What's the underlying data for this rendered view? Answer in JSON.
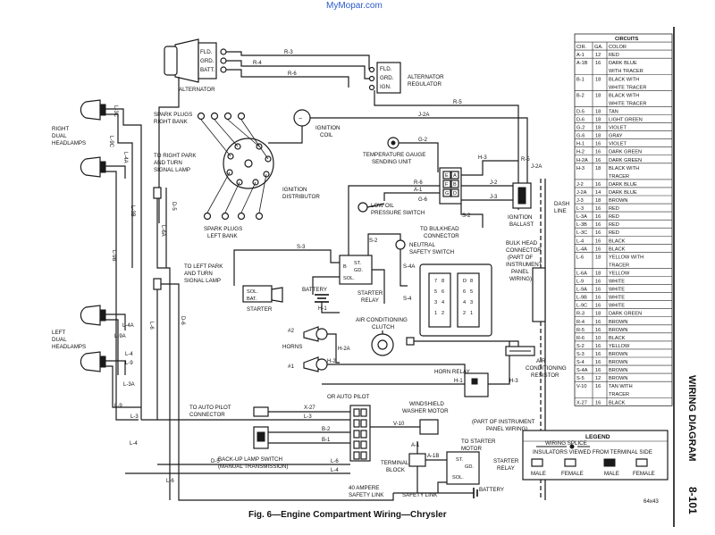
{
  "watermark": "MyMopar.com",
  "caption": "Fig. 6—Engine Compartment Wiring—Chrysler",
  "section_title": "WIRING DIAGRAM",
  "page_number": "8-101",
  "figure_code": "64x43",
  "labels": {
    "alternator": "ALTERNATOR",
    "alt_fld": "FLD.",
    "alt_grd": "GRD.",
    "alt_batt": "BATT.",
    "alternator_regulator_1": "ALTERNATOR",
    "alternator_regulator_2": "REGULATOR",
    "reg_fld": "FLD.",
    "reg_grd": "GRD.",
    "reg_ign": "IGN.",
    "right_dual_headlamps_1": "RIGHT",
    "right_dual_headlamps_2": "DUAL",
    "right_dual_headlamps_3": "HEADLAMPS",
    "spark_plugs_right_1": "SPARK PLUGS",
    "spark_plugs_right_2": "RIGHT BANK",
    "ignition_coil_1": "IGNITION",
    "ignition_coil_2": "COIL",
    "to_right_park_1": "TO RIGHT PARK",
    "to_right_park_2": "AND TURN",
    "to_right_park_3": "SIGNAL LAMP",
    "ignition_distributor_1": "IGNITION",
    "ignition_distributor_2": "DISTRIBUTOR",
    "spark_plugs_left_1": "SPARK PLUGS",
    "spark_plugs_left_2": "LEFT BANK",
    "temp_gauge_1": "TEMPERATURE GAUGE",
    "temp_gauge_2": "SENDING UNIT",
    "low_oil_1": "LOW OIL",
    "low_oil_2": "PRESSURE SWITCH",
    "to_bulkhead_1": "TO BULKHEAD",
    "to_bulkhead_2": "CONNECTOR",
    "ignition_ballast_1": "IGNITION",
    "ignition_ballast_2": "BALLAST",
    "dash_line_1": "DASH",
    "dash_line_2": "LINE",
    "neutral_switch_1": "NEUTRAL",
    "neutral_switch_2": "SAFETY SWITCH",
    "to_left_park_1": "TO LEFT PARK",
    "to_left_park_2": "AND TURN",
    "to_left_park_3": "SIGNAL LAMP",
    "battery": "BATTERY",
    "starter_relay_1": "STARTER",
    "starter_relay_2": "RELAY",
    "starter": "STARTER",
    "sol": "SOL.",
    "bat": "BAT.",
    "gd": "GD.",
    "st": "ST.",
    "b": "B",
    "bulk_head_1": "BULK HEAD",
    "bulk_head_2": "CONNECTOR",
    "bulk_head_3": "(PART OF",
    "bulk_head_4": "INSTRUMENT",
    "bulk_head_5": "PANEL",
    "bulk_head_6": "WIRING)",
    "ac_clutch_1": "AIR CONDITIONING",
    "ac_clutch_2": "CLUTCH",
    "left_dual_headlamps_1": "LEFT",
    "left_dual_headlamps_2": "DUAL",
    "left_dual_headlamps_3": "HEADLAMPS",
    "horn_2": "#2",
    "horn_1": "#1",
    "horns": "HORNS",
    "horn_relay": "HORN RELAY",
    "ac_resistor_1": "AIR",
    "ac_resistor_2": "CONDITIONING",
    "ac_resistor_3": "RESISTOR",
    "or_auto_pilot": "OR AUTO PILOT",
    "to_auto_pilot_1": "TO AUTO PILOT",
    "to_auto_pilot_2": "CONNECTOR",
    "windshield_1": "WINDSHIELD",
    "windshield_2": "WASHER MOTOR",
    "part_instrument_1": "(PART OF INSTRUMENT",
    "part_instrument_2": "PANEL WIRING)",
    "backup_1": "BACK-UP LAMP SWITCH",
    "backup_2": "(MANUAL TRANSMISSION)",
    "terminal_block_1": "TERMINAL",
    "terminal_block_2": "BLOCK",
    "to_starter_motor_1": "TO STARTER",
    "to_starter_motor_2": "MOTOR",
    "starter_relay_b_1": "STARTER",
    "starter_relay_b_2": "RELAY",
    "safety_link_1": "40 AMPERE",
    "safety_link_2": "SAFETY LINK",
    "safety_link_3": "SAFETY LINK",
    "battery_b": "BATTERY"
  },
  "wire_labels": {
    "r3": "R-3",
    "r4": "R-4",
    "r6": "R-6",
    "r6b": "R-6",
    "r5": "R-5",
    "r5b": "R-5",
    "l9": "L-9",
    "l9b": "L-9",
    "l3c": "L-3C",
    "l9c": "L-9C",
    "l4a": "L-4A",
    "l3b": "L-3B",
    "l9b2": "L-9B",
    "l4": "L-4",
    "l4b": "L-4",
    "l6a": "L-6A",
    "l6": "L-6",
    "l6b": "L-6",
    "l3": "L-3",
    "l4a2": "L-4A",
    "l3a": "L-3A",
    "l9a": "L-9A",
    "l3x": "L-3",
    "j2a": "J-2A",
    "j2ab": "J-2A",
    "j2": "J-2",
    "j3": "J-3",
    "g2": "G-2",
    "g6": "G-6",
    "h3": "H-3",
    "h3b": "H-3",
    "h1": "H-1",
    "h1b": "H-1",
    "a1": "A-1",
    "a1b": "A-1",
    "a1bb": "A-1B",
    "s2": "S-2",
    "s2b": "S-2",
    "s3": "S-3",
    "s4": "S-4",
    "s4a": "S-4A",
    "s5": "S-5",
    "d5": "D-5",
    "d5b": "D-5",
    "d6": "D-6",
    "h2": "H-2",
    "h2a": "H-2A",
    "x27": "X-27",
    "x27b": "X-27",
    "v10": "V-10",
    "b1": "B-1",
    "b2": "B-2"
  },
  "circuits_table": {
    "header": "CIRCUITS",
    "columns": [
      "CIR.",
      "GA.",
      "COLOR"
    ],
    "rows": [
      [
        "A-1",
        "12",
        "RED"
      ],
      [
        "A-1B",
        "16",
        "DARK BLUE"
      ],
      [
        "",
        "",
        "WITH TRACER"
      ],
      [
        "B-1",
        "18",
        "BLACK WITH"
      ],
      [
        "",
        "",
        "WHITE TRACER"
      ],
      [
        "B-2",
        "18",
        "BLACK WITH"
      ],
      [
        "",
        "",
        "WHITE TRACER"
      ],
      [
        "D-5",
        "18",
        "TAN"
      ],
      [
        "D-6",
        "18",
        "LIGHT GREEN"
      ],
      [
        "G-2",
        "18",
        "VIOLET"
      ],
      [
        "G-6",
        "18",
        "GRAY"
      ],
      [
        "H-1",
        "16",
        "VIOLET"
      ],
      [
        "H-2",
        "16",
        "DARK GREEN"
      ],
      [
        "H-2A",
        "16",
        "DARK GREEN"
      ],
      [
        "H-3",
        "18",
        "BLACK WITH"
      ],
      [
        "",
        "",
        "TRACER"
      ],
      [
        "J-2",
        "16",
        "DARK BLUE"
      ],
      [
        "J-2A",
        "14",
        "DARK BLUE"
      ],
      [
        "J-3",
        "18",
        "BROWN"
      ],
      [
        "L-3",
        "16",
        "RED"
      ],
      [
        "L-3A",
        "16",
        "RED"
      ],
      [
        "L-3B",
        "16",
        "RED"
      ],
      [
        "L-3C",
        "16",
        "RED"
      ],
      [
        "L-4",
        "16",
        "BLACK"
      ],
      [
        "L-4A",
        "16",
        "BLACK"
      ],
      [
        "L-6",
        "18",
        "YELLOW WITH"
      ],
      [
        "",
        "",
        "TRACER"
      ],
      [
        "L-6A",
        "18",
        "YELLOW"
      ],
      [
        "L-9",
        "16",
        "WHITE"
      ],
      [
        "L-9A",
        "16",
        "WHITE"
      ],
      [
        "L-9B",
        "16",
        "WHITE"
      ],
      [
        "L-9C",
        "16",
        "WHITE"
      ],
      [
        "R-3",
        "18",
        "DARK GREEN"
      ],
      [
        "R-4",
        "16",
        "BROWN"
      ],
      [
        "R-5",
        "16",
        "BROWN"
      ],
      [
        "R-6",
        "10",
        "BLACK"
      ],
      [
        "S-2",
        "16",
        "YELLOW"
      ],
      [
        "S-3",
        "16",
        "BROWN"
      ],
      [
        "S-4",
        "16",
        "BROWN"
      ],
      [
        "S-4A",
        "16",
        "BROWN"
      ],
      [
        "S-5",
        "12",
        "BROWN"
      ],
      [
        "V-10",
        "16",
        "TAN WITH"
      ],
      [
        "",
        "",
        "TRACER"
      ],
      [
        "X-27",
        "16",
        "BLACK"
      ]
    ]
  },
  "legend": {
    "title": "LEGEND",
    "wiring_splice": "WIRING SPLICE",
    "insulators": "INSULATORS VIEWED FROM TERMINAL SIDE",
    "items": [
      "MALE",
      "FEMALE",
      "MALE",
      "FEMALE"
    ]
  }
}
